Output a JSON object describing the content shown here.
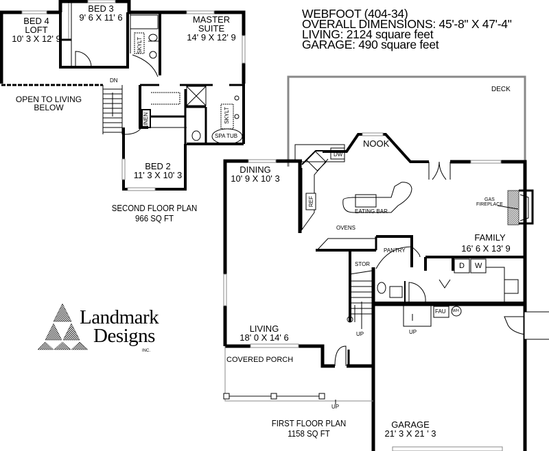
{
  "header": {
    "title": "WEBFOOT (404-34)",
    "dimensions": "OVERALL DIMENSIONS: 45'-8\" X 47'-4\"",
    "living": "LIVING: 2124 square feet",
    "garage": "GARAGE: 490 square feet"
  },
  "second_floor": {
    "caption": "SECOND FLOOR PLAN",
    "area": "966 SQ FT",
    "rooms": {
      "bed4": {
        "name": "BED 4",
        "sub": "LOFT",
        "size": "10' 3 X 12' 9"
      },
      "bed3": {
        "name": "BED 3",
        "size": "9' 6 X 11' 6"
      },
      "master": {
        "name": "MASTER",
        "sub": "SUITE",
        "size": "14' 9 X 12' 9"
      },
      "bed2": {
        "name": "BED 2",
        "size": "11' 3 X 10' 3"
      },
      "open": {
        "line1": "OPEN TO LIVING",
        "line2": "BELOW"
      }
    },
    "fixtures": {
      "dn": "DN",
      "skylt1": "SKYLT",
      "skylt2": "SKYLT",
      "linen": "LINEN",
      "spa_tub": "SPA TUB"
    }
  },
  "first_floor": {
    "caption": "FIRST FLOOR PLAN",
    "area": "1158 SQ FT",
    "rooms": {
      "deck": {
        "name": "DECK"
      },
      "nook": {
        "name": "NOOK"
      },
      "dining": {
        "name": "DINING",
        "size": "10' 9 X 10' 3"
      },
      "family": {
        "name": "FAMILY",
        "size": "16' 6 X 13' 9"
      },
      "living": {
        "name": "LIVING",
        "size": "18' 0 X 14' 6"
      },
      "porch": {
        "name": "COVERED PORCH"
      },
      "garage": {
        "name": "GARAGE",
        "size": "21' 3 X 21 ' 3"
      }
    },
    "fixtures": {
      "dw": "DW",
      "ref": "REF",
      "eating_bar": "EATING BAR",
      "ovens": "OVENS",
      "pantry": "PANTRY",
      "stor": "STOR",
      "gas": "GAS",
      "fireplace": "FIREPLACE",
      "dryer": "D",
      "washer": "W",
      "fau": "FAU",
      "wh": "WH",
      "up_stair": "UP",
      "up_garage": "UP",
      "up_porch": "UP"
    }
  },
  "logo": {
    "line1": "Landmark",
    "line2": "Designs",
    "inc": "INC.",
    "icon": "triangle-pyramid-icon"
  },
  "colors": {
    "wall": "#000000",
    "window": "#9a9a9a",
    "background": "#ffffff"
  }
}
